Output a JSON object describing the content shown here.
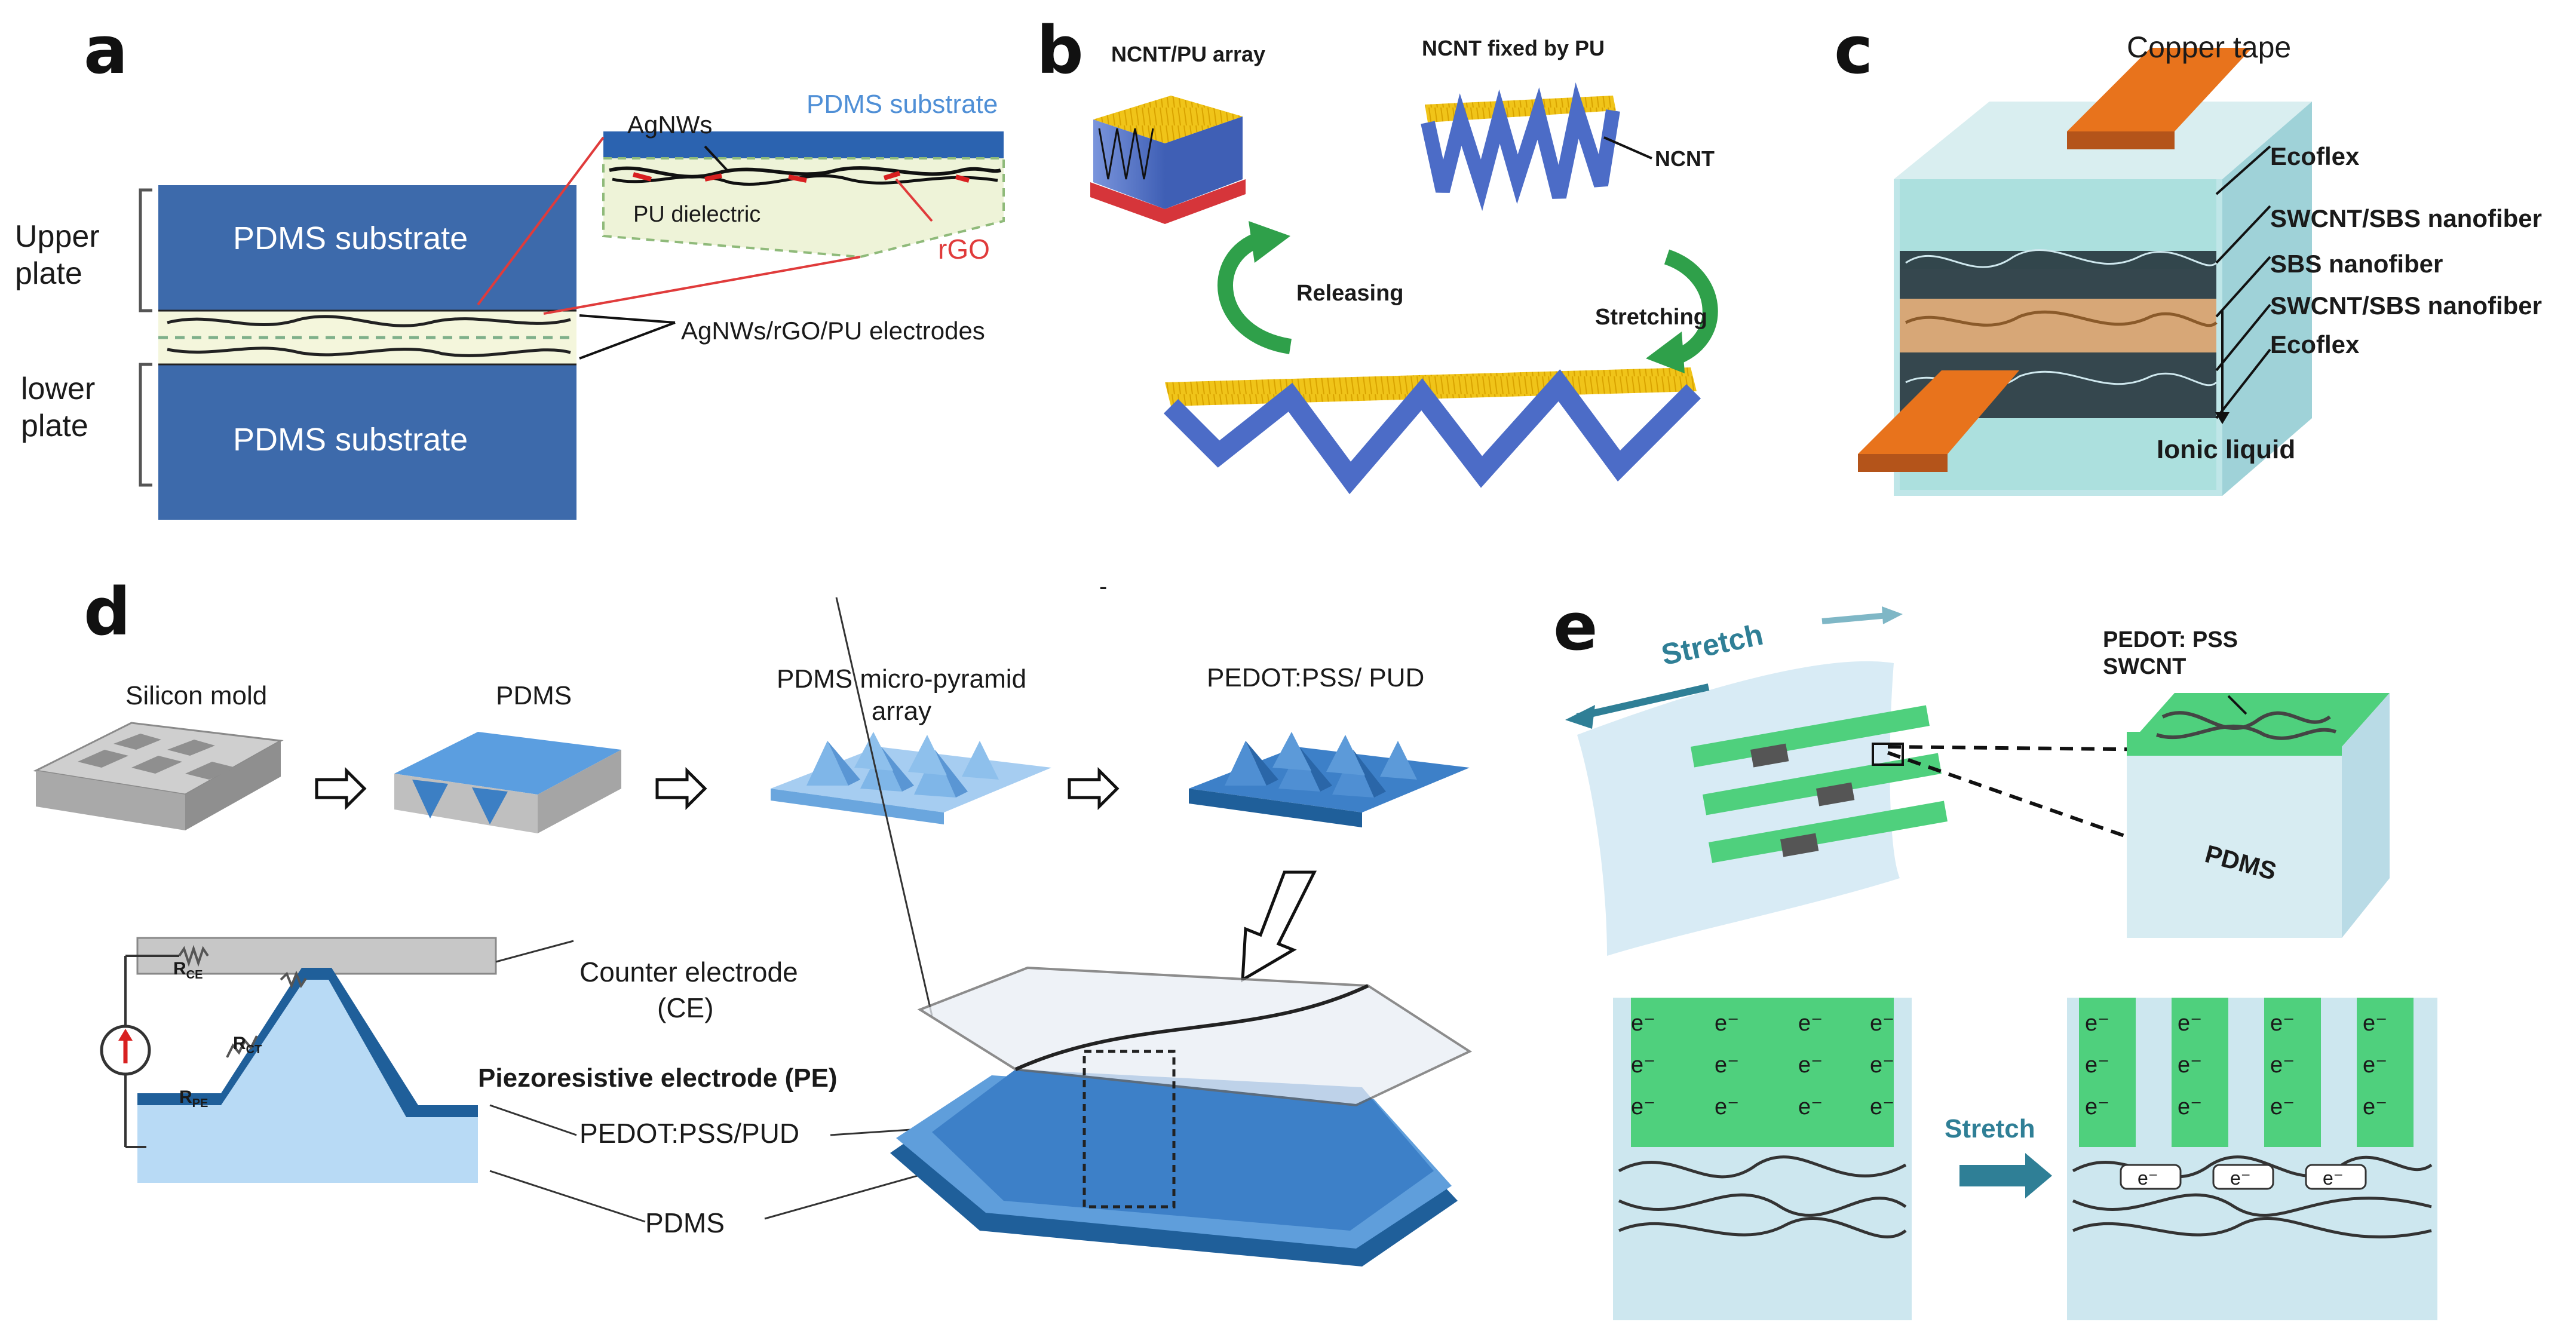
{
  "panels": {
    "a": {
      "label": "a",
      "upper_plate": "Upper\nplate",
      "lower_plate": "lower\nplate",
      "upper_substrate": "PDMS substrate",
      "lower_substrate": "PDMS substrate",
      "inset_substrate": "PDMS substrate",
      "agnws": "AgNWs",
      "pu_dielectric": "PU dielectric",
      "rgo": "rGO",
      "electrodes": "AgNWs/rGO/PU  electrodes"
    },
    "b": {
      "label": "b",
      "array": "NCNT/PU array",
      "fixed": "NCNT fixed by PU",
      "ncnt": "NCNT",
      "releasing": "Releasing",
      "stretching": "Stretching"
    },
    "c": {
      "label": "c",
      "copper": "Copper tape",
      "layers": [
        "Ecoflex",
        "SWCNT/SBS nanofiber",
        "SBS nanofiber",
        "SWCNT/SBS nanofiber",
        "Ecoflex"
      ],
      "ionic": "Ionic liquid"
    },
    "d": {
      "label": "d",
      "dash": "-",
      "steps": [
        "Silicon mold",
        "PDMS",
        "PDMS micro-pyramid\narray",
        "PEDOT:PSS/ PUD"
      ],
      "r_ce": "R",
      "r_ce_sub": "CE",
      "r_ct": "R",
      "r_ct_sub": "CT",
      "r_pe": "R",
      "r_pe_sub": "PE",
      "counter": "Counter electrode",
      "counter_abbr": "(CE)",
      "piezo": "Piezoresistive electrode (PE)",
      "pedot_pud": "PEDOT:PSS/PUD",
      "pdms": "PDMS"
    },
    "e": {
      "label": "e",
      "stretch_top": "Stretch",
      "pedot": "PEDOT: PSS",
      "swcnt": "SWCNT",
      "pdms": "PDMS",
      "stretch_mid": "Stretch",
      "electron": "e⁻"
    }
  },
  "colors": {
    "pdms_blue": "#3d6aab",
    "cnt_yellow": "#f0c419",
    "ncnt_blue": "#5b79c9",
    "copper": "#e8731c",
    "ecoflex": "#bfe6e8",
    "pedot_green": "#4fd07d",
    "arrow_teal": "#2f7f96",
    "arrow_green": "#2fa04a",
    "pe_blue": "#1f5f9a"
  }
}
